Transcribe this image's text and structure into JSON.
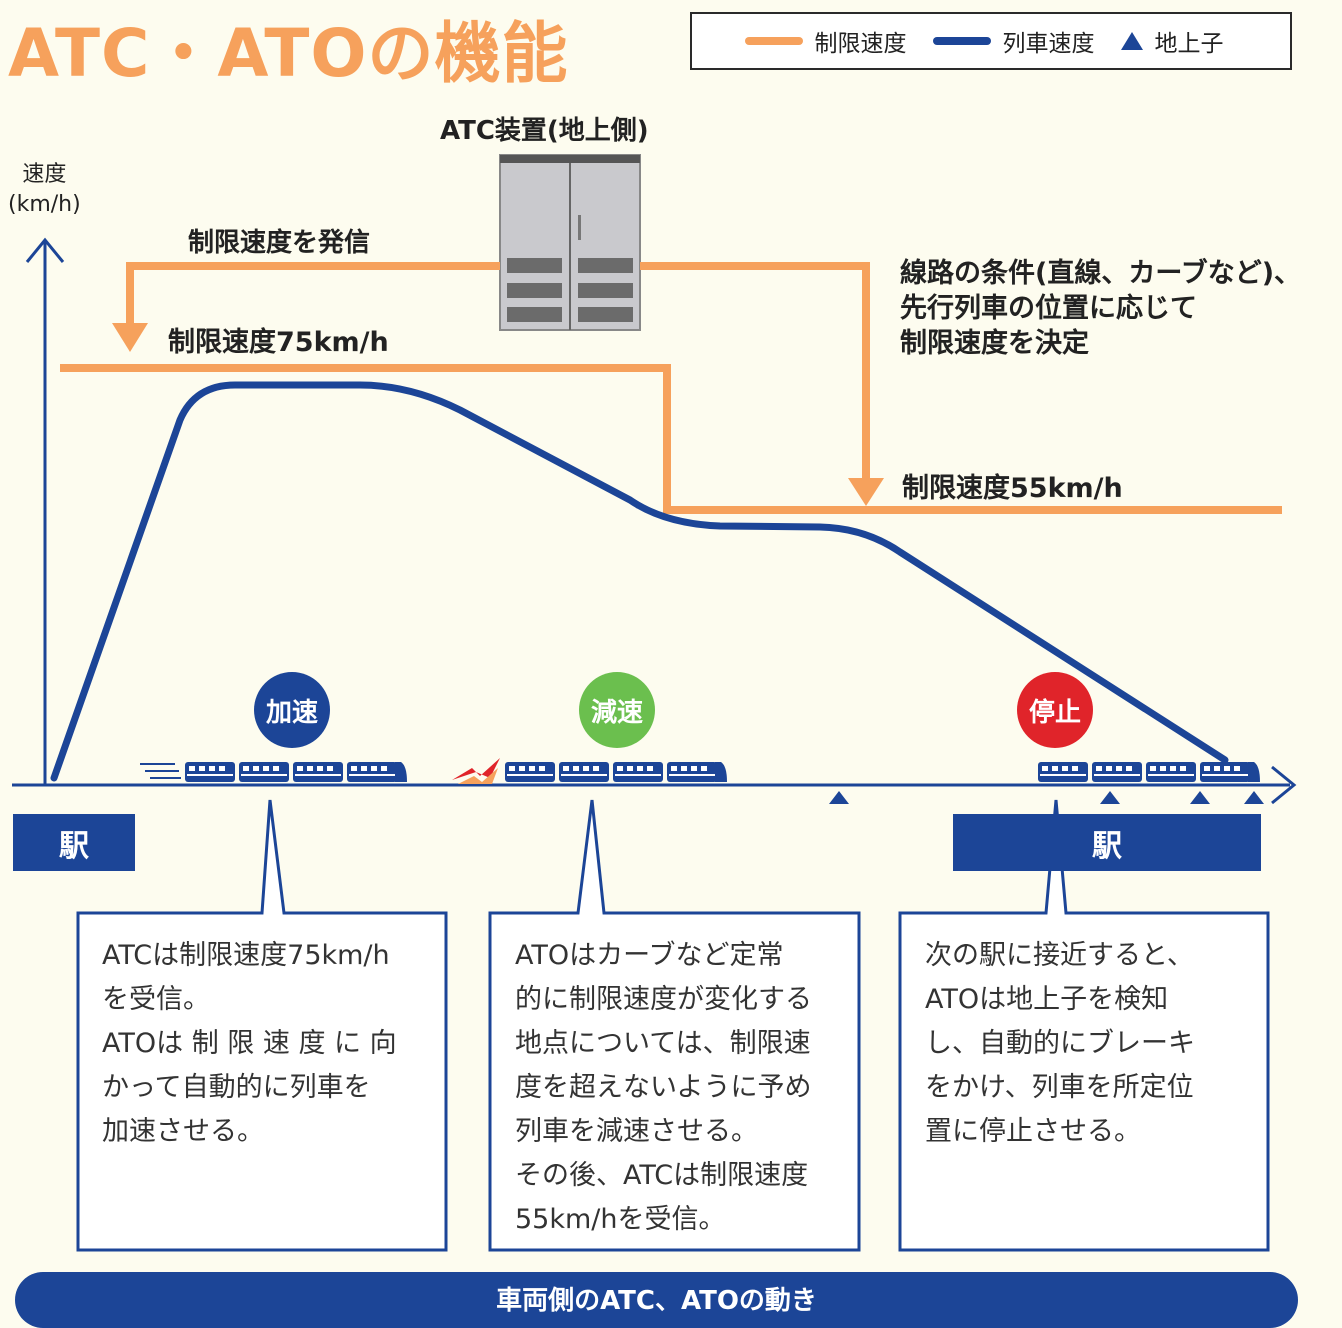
{
  "title": "ATC・ATOの機能",
  "legend": {
    "limit_label": "制限速度",
    "train_label": "列車速度",
    "beacon_label": "地上子"
  },
  "colors": {
    "limit": "#f6a15c",
    "train": "#1c4597",
    "accel": "#1c4597",
    "decel": "#6bbf4e",
    "stop": "#e0242a"
  },
  "axis": {
    "y_label_1": "速度",
    "y_label_2": "(km/h)"
  },
  "labels": {
    "atc_device": "ATC装置(地上側)",
    "send": "制限速度を発信",
    "limit_75": "制限速度75km/h",
    "limit_55": "制限速度55km/h",
    "condition_1": "線路の条件(直線、カーブなど)、",
    "condition_2": "先行列車の位置に応じて",
    "condition_3": "制限速度を決定"
  },
  "stations": {
    "left": "駅",
    "right": "駅"
  },
  "badges": {
    "accel": "加速",
    "decel": "減速",
    "stop": "停止"
  },
  "notes": {
    "accel": [
      "ATCは制限速度75km/h",
      "を受信。",
      "ATOは 制 限 速 度 に 向",
      "かって自動的に列車を",
      "加速させる。"
    ],
    "decel": [
      "ATOはカーブなど定常",
      "的に制限速度が変化する",
      "地点については、制限速",
      "度を超えないように予め",
      "列車を減速させる。",
      "その後、ATCは制限速度",
      "55km/hを受信。"
    ],
    "stop": [
      "次の駅に接近すると、",
      "ATOは地上子を検知",
      "し、自動的にブレーキ",
      "をかけ、列車を所定位",
      "置に停止させる。"
    ]
  },
  "footer": "車両側のATC、ATOの動き"
}
